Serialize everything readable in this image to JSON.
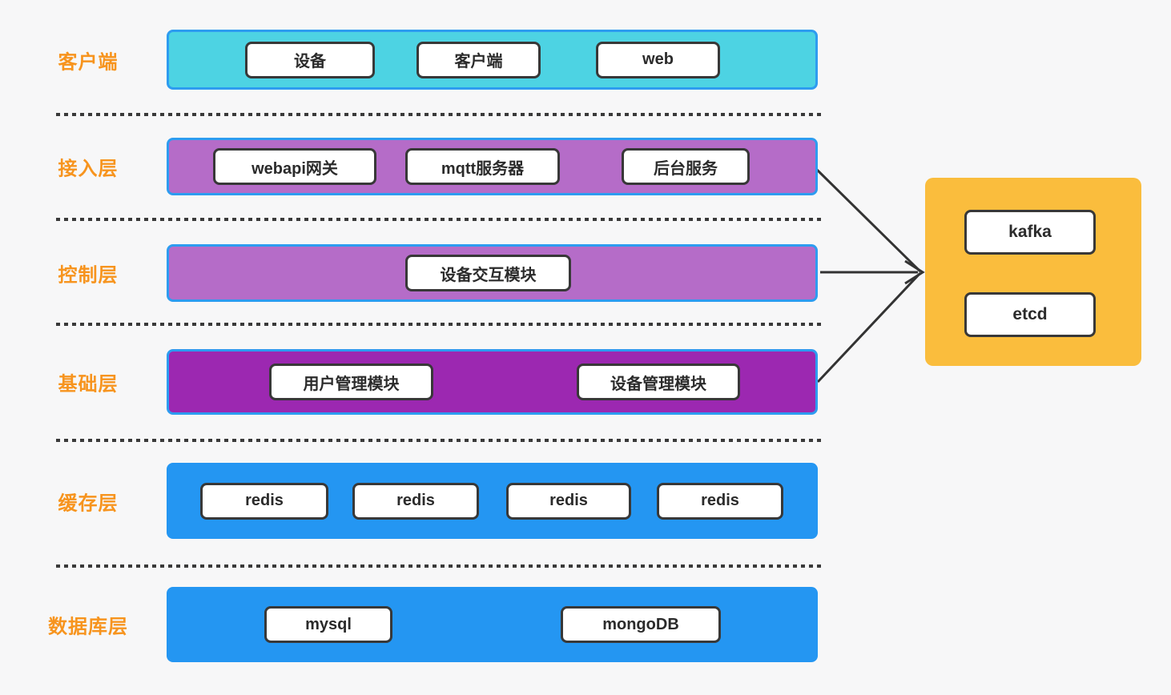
{
  "colors": {
    "background": "#f7f7f8",
    "label_orange": "#f7941e",
    "bar_border_blue": "#2d9cf0",
    "client_cyan": "#4dd3e3",
    "access_orchid": "#b56cc8",
    "foundation_purple": "#9c28b1",
    "blue_bar": "#2496f2",
    "sidebox_orange": "#fabd3d",
    "connector_dark": "#333333"
  },
  "layers": [
    {
      "label": "客户端",
      "fill": "#4dd3e3",
      "border": "#2d9cf0",
      "boxes": [
        "设备",
        "客户端",
        "web"
      ]
    },
    {
      "label": "接入层",
      "fill": "#b56cc8",
      "border": "#2d9cf0",
      "boxes": [
        "webapi网关",
        "mqtt服务器",
        "后台服务"
      ]
    },
    {
      "label": "控制层",
      "fill": "#b56cc8",
      "border": "#2d9cf0",
      "boxes": [
        "设备交互模块"
      ]
    },
    {
      "label": "基础层",
      "fill": "#9c28b1",
      "border": "#2d9cf0",
      "boxes": [
        "用户管理模块",
        "设备管理模块"
      ]
    },
    {
      "label": "缓存层",
      "fill": "#2496f2",
      "border": null,
      "boxes": [
        "redis",
        "redis",
        "redis",
        "redis"
      ]
    },
    {
      "label": "数据库层",
      "fill": "#2496f2",
      "border": null,
      "boxes": [
        "mysql",
        "mongoDB"
      ]
    }
  ],
  "sidebox": {
    "fill": "#fabd3d",
    "items": [
      "kafka",
      "etcd"
    ]
  }
}
